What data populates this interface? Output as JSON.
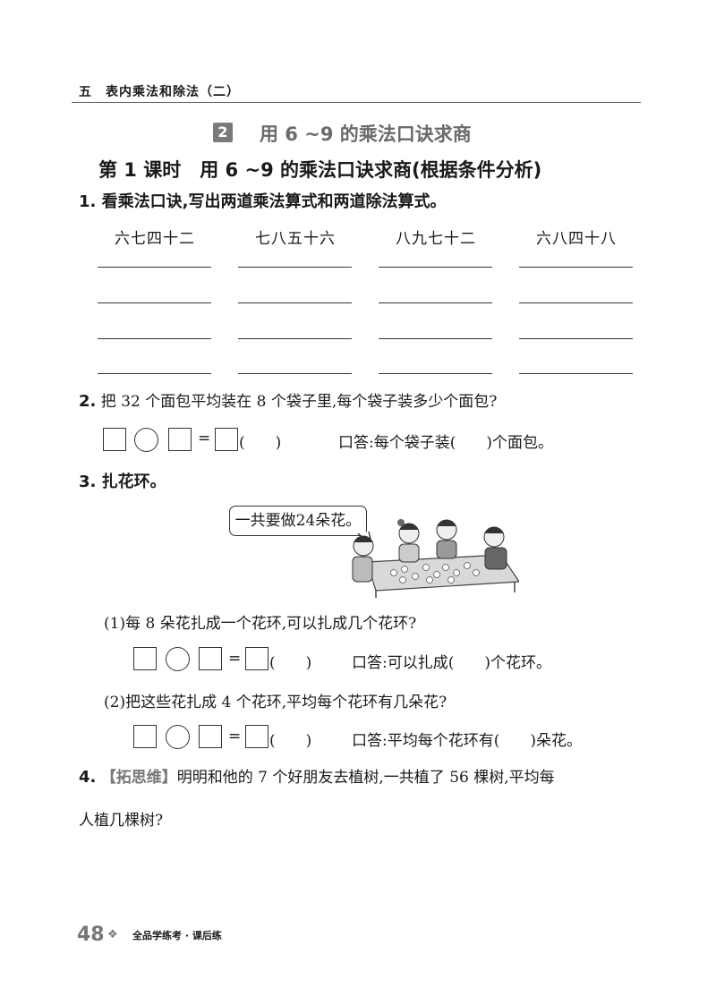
{
  "header": {
    "chapter": "五　表内乘法和除法（二）"
  },
  "section": {
    "number": "2",
    "title": "用 6 ~9 的乘法口诀求商"
  },
  "lesson": {
    "title": "第 1 课时　用 6 ~9 的乘法口诀求商(根据条件分析)"
  },
  "q1": {
    "num": "1.",
    "prompt": "看乘法口诀,写出两道乘法算式和两道除法算式。",
    "rhymes": [
      "六七四十二",
      "七八五十六",
      "八九七十二",
      "六八四十八"
    ]
  },
  "q2": {
    "num": "2.",
    "prompt": "把 32 个面包平均装在 8 个袋子里,每个袋子装多少个面包?",
    "eq_eq": "=",
    "eq_unit": "(　　)",
    "answer": "口答:每个袋子装(　　)个面包。"
  },
  "q3": {
    "num": "3.",
    "prompt": "扎花环。",
    "bubble": "一共要做24朵花。",
    "sub1": {
      "prompt": "(1)每 8 朵花扎成一个花环,可以扎成几个花环?",
      "eq_eq": "=",
      "eq_unit": "(　　)",
      "answer": "口答:可以扎成(　　)个花环。"
    },
    "sub2": {
      "prompt": "(2)把这些花扎成 4 个花环,平均每个花环有几朵花?",
      "eq_eq": "=",
      "eq_unit": "(　　)",
      "answer": "口答:平均每个花环有(　　)朵花。"
    }
  },
  "q4": {
    "num": "4.",
    "tag": "【拓思维】",
    "line1": "明明和他的 7 个好朋友去植树,一共植了 56 棵树,平均每",
    "line2": "人植几棵树?"
  },
  "footer": {
    "page": "48",
    "book": "全品学练考 · 课后练"
  }
}
